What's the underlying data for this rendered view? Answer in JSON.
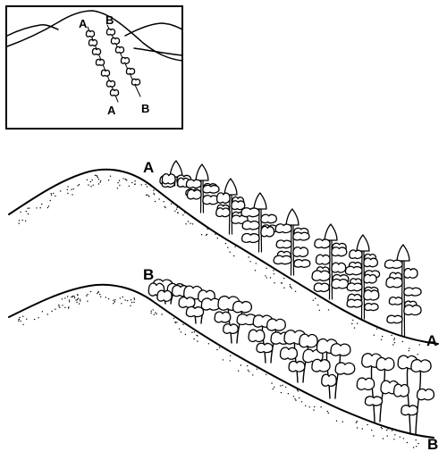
{
  "colors": {
    "ink": "#000000",
    "paper": "#ffffff"
  },
  "inset": {
    "labels": [
      {
        "id": "inset-top-a",
        "text": "A"
      },
      {
        "id": "inset-top-b",
        "text": "B"
      },
      {
        "id": "inset-bottom-a",
        "text": "A"
      },
      {
        "id": "inset-bottom-b",
        "text": "B"
      }
    ]
  },
  "main": {
    "slope_a": {
      "top_label": "A",
      "bottom_label": "A"
    },
    "slope_b": {
      "top_label": "B",
      "bottom_label": "B"
    }
  }
}
